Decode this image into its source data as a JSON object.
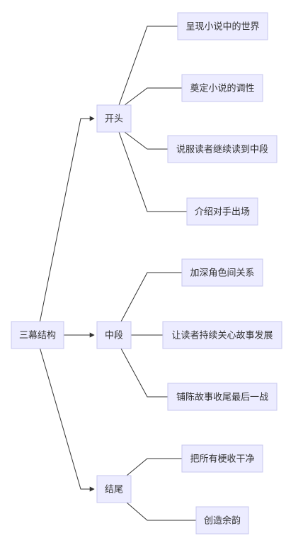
{
  "nodes": {
    "root": "三幕结构",
    "act1": "开头",
    "act2": "中段",
    "act3": "结尾",
    "a1_1": "呈现小说中的世界",
    "a1_2": "奠定小说的调性",
    "a1_3": "说服读者继续读到中段",
    "a1_4": "介绍对手出场",
    "a2_1": "加深角色间关系",
    "a2_2": "让读者持续关心故事发展",
    "a2_3": "铺陈故事收尾最后一战",
    "a3_1": "把所有梗收干净",
    "a3_2": "创造余韵"
  },
  "colors": {
    "node_fill": "#ececff",
    "node_border": "#c7c7ef",
    "line": "#333333",
    "text": "#333333"
  }
}
